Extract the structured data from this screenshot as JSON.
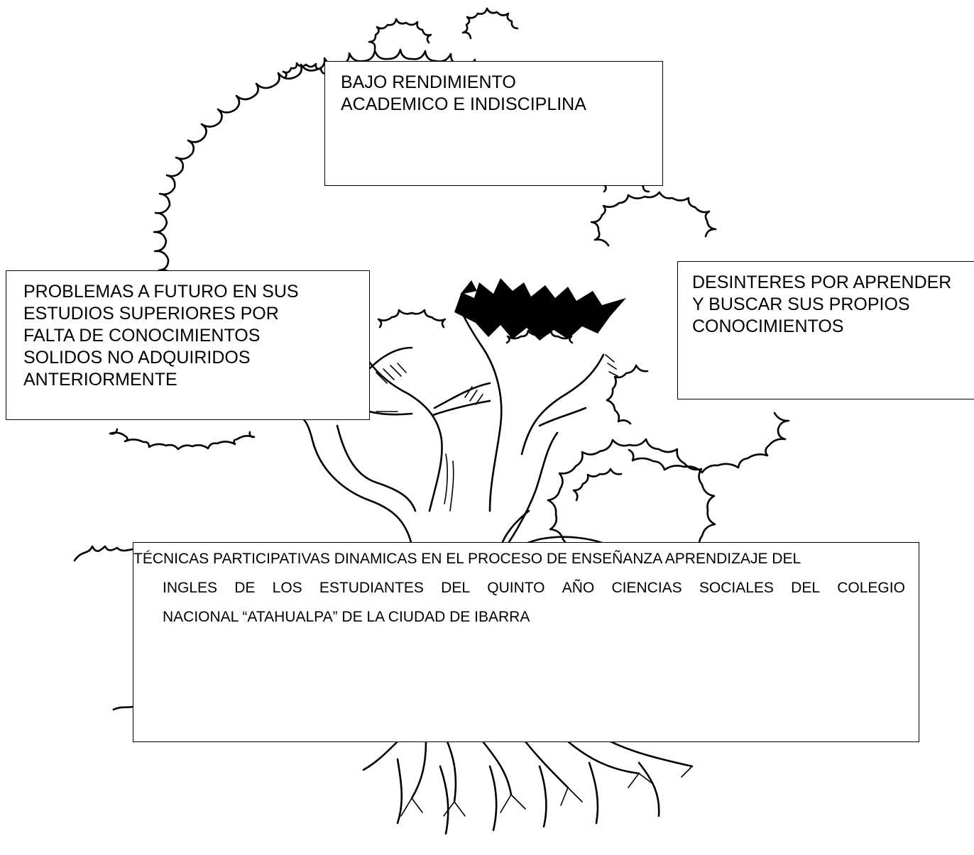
{
  "diagram": {
    "effect_top": {
      "lines": [
        "BAJO RENDIMIENTO",
        "ACADEMICO E INDISCIPLINA"
      ]
    },
    "effect_left": {
      "lines": [
        "PROBLEMAS A FUTURO EN SUS",
        "ESTUDIOS SUPERIORES POR",
        "FALTA DE CONOCIMIENTOS",
        "SOLIDOS NO ADQUIRIDOS",
        "ANTERIORMENTE"
      ]
    },
    "effect_right": {
      "lines": [
        "DESINTERES POR APRENDER",
        "Y BUSCAR SUS PROPIOS",
        "CONOCIMIENTOS"
      ]
    },
    "problem": {
      "line1": "TÉCNICAS PARTICIPATIVAS DINAMICAS EN EL PROCESO DE ENSEÑANZA APRENDIZAJE DEL",
      "line2_words": [
        "INGLES",
        "DE",
        "LOS",
        "ESTUDIANTES",
        "DEL",
        "QUINTO",
        "AÑO",
        "CIENCIAS",
        "SOCIALES",
        "DEL",
        "COLEGIO"
      ],
      "line3": "NACIONAL “ATAHUALPA” DE LA CIUDAD DE IBARRA"
    }
  }
}
